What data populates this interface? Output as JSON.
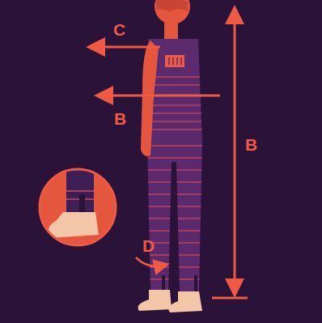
{
  "diagram": {
    "labels": [
      "C",
      "B",
      "B",
      "D"
    ]
  }
}
